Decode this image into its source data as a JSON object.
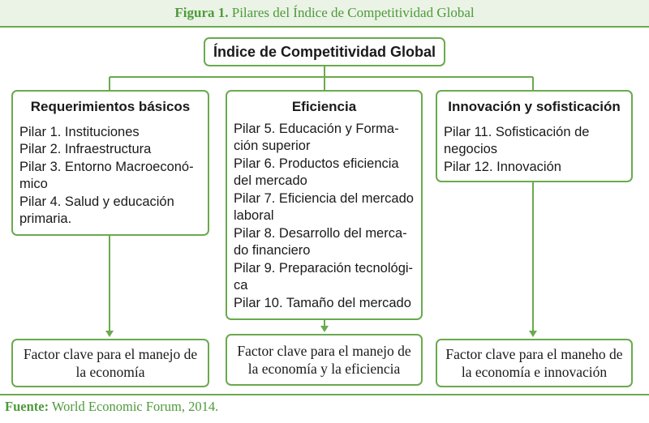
{
  "caption": {
    "label": "Figura 1.",
    "title": "Pilares del Índice de Competitividad Global"
  },
  "root": {
    "label": "Índice de Competitividad Global"
  },
  "pillars": [
    {
      "title": "Requerimientos básicos",
      "items": [
        "Pilar 1. Instituciones",
        "Pilar 2. Infraestructura",
        "Pilar 3. Entorno Macroeconó-mico",
        "Pilar 4. Salud y educación primaria."
      ],
      "factor": "Factor clave para el manejo de la economía"
    },
    {
      "title": "Eficiencia",
      "items": [
        "Pilar 5. Educación y Forma-ción superior",
        "Pilar 6. Productos eficiencia del mercado",
        "Pilar 7. Eficiencia del mercado laboral",
        "Pilar 8. Desarrollo del merca-do financiero",
        "Pilar 9. Preparación tecnológi-ca",
        "Pilar 10. Tamaño del mercado"
      ],
      "factor": "Factor clave para el manejo de la economía y la eficiencia"
    },
    {
      "title": "Innovación y sofisticación",
      "items": [
        "Pilar 11. Sofisticación de negocios",
        "Pilar 12. Innovación"
      ],
      "factor": "Factor clave para el maneho de la economía e innovación"
    }
  ],
  "source": {
    "label": "Fuente:",
    "text": "World Economic Forum, 2014."
  },
  "colors": {
    "accent": "#6aaa4e",
    "caption_bg": "#eaf3e6",
    "caption_text": "#4e9a3a"
  }
}
